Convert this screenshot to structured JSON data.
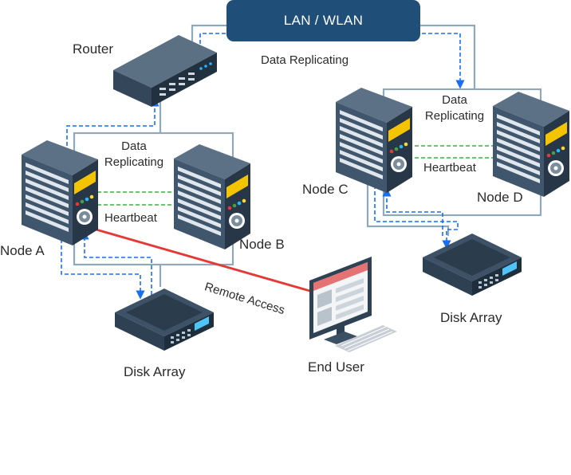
{
  "network": {
    "label": "LAN / WLAN"
  },
  "router": {
    "label": "Router"
  },
  "replication_top": {
    "label": "Data Replicating"
  },
  "cluster_left": {
    "replicating_line1": "Data",
    "replicating_line2": "Replicating",
    "heartbeat": "Heartbeat",
    "node_a": "Node A",
    "node_b": "Node B",
    "disk": "Disk Array"
  },
  "cluster_right": {
    "replicating_line1": "Data",
    "replicating_line2": "Replicating",
    "heartbeat": "Heartbeat",
    "node_c": "Node C",
    "node_d": "Node D",
    "disk": "Disk Array"
  },
  "remote_access": {
    "label": "Remote Access"
  },
  "end_user": {
    "label": "End User"
  },
  "colors": {
    "network_box": "#1f4e79",
    "solid_link": "#8fa9b8",
    "dashed_link": "#1a6ff0",
    "heartbeat_link": "#3bb03b",
    "remote_link": "#e53935",
    "server_body": "#34495e"
  }
}
